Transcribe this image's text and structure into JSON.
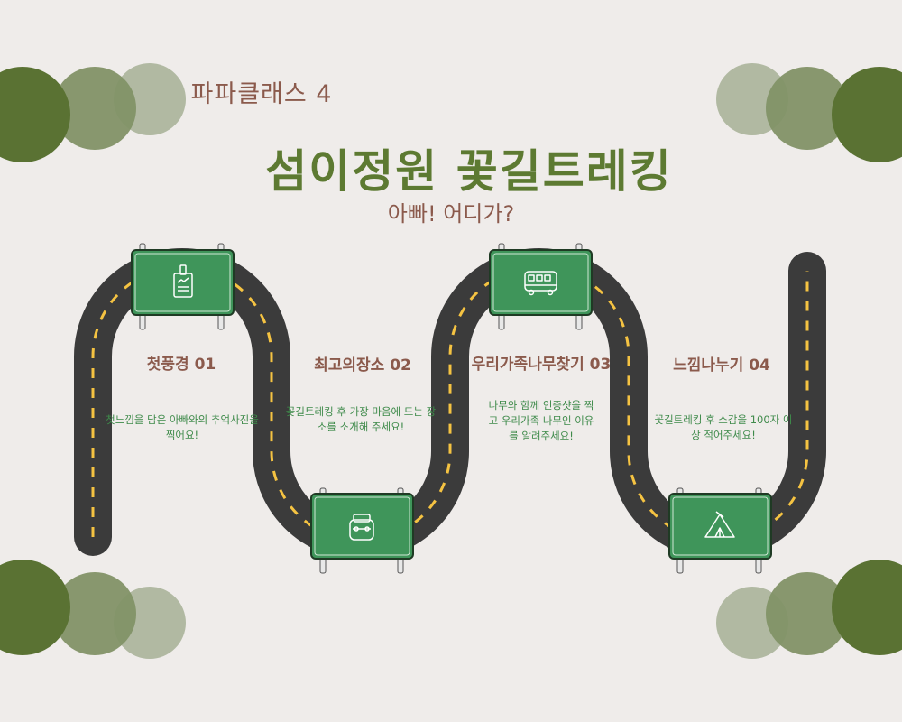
{
  "header": {
    "class_label": "파파클래스 4",
    "title": "섬이정원 꽃길트레킹",
    "subtitle": "아빠! 어디가?"
  },
  "steps": [
    {
      "title": "첫풍경 01",
      "desc": "첫느낌을 담은 아빠와의 추억사진을 찍어요!",
      "icon": "id-badge-icon"
    },
    {
      "title": "최고의장소 02",
      "desc": "꽃길트레킹 후 가장 마음에 드는 장소를 소개해 주세요!",
      "icon": "backpack-icon"
    },
    {
      "title": "우리가족나무찾기 03",
      "desc": "나무와 함께 인증샷을 찍고 우리가족 나무인 이유를 알려주세요!",
      "icon": "bus-icon"
    },
    {
      "title": "느낌나누기 04",
      "desc": "꽃길트레킹 후 소감을 100자 이상 적어주세요!",
      "icon": "tent-icon"
    }
  ],
  "colors": {
    "background": "#efecea",
    "road": "#3b3b3b",
    "road_stripe": "#f5c342",
    "sign_fill": "#3f955a",
    "sign_border": "#1f3a24",
    "circle_dark": "#5a7233",
    "circle_mid": "#829267",
    "circle_light": "#aab49a",
    "title_green": "#5d7a32",
    "text_brown": "#8b5a4c",
    "desc_green": "#3e8a4a"
  }
}
